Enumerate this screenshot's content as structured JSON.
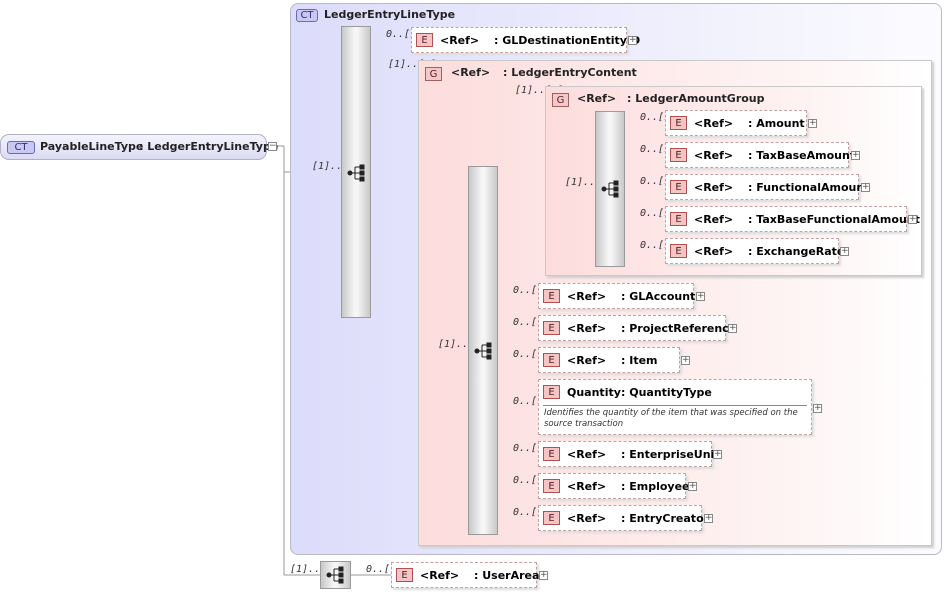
{
  "root": {
    "badge": "CT",
    "name": "PayableLineType",
    "type": ": LedgerEntryLineType"
  },
  "ledger_entry_line_type": {
    "badge": "CT",
    "title": "LedgerEntryLineType"
  },
  "ledger_entry_content": {
    "badge": "G",
    "ref": "<Ref>",
    "name": ": LedgerEntryContent",
    "card": "[1]..[1]"
  },
  "ledger_amount_group": {
    "badge": "G",
    "ref": "<Ref>",
    "name": ": LedgerAmountGroup",
    "card": "[1]..[1]"
  },
  "sequences": {
    "root_seq_card": "[1]..[1]",
    "content_seq_card": "[1]..[1]",
    "amount_seq_card": "[1]..[1]",
    "bottom_seq_card": "[1]..[1]"
  },
  "elements": {
    "gl_destination_entity_id": {
      "badge": "E",
      "ref": "<Ref>",
      "name": ": GLDestinationEntityID",
      "card": "0..[1]"
    },
    "amount": {
      "badge": "E",
      "ref": "<Ref>",
      "name": ": Amount",
      "card": "0..[1]"
    },
    "tax_base_amount": {
      "badge": "E",
      "ref": "<Ref>",
      "name": ": TaxBaseAmount",
      "card": "0..[1]"
    },
    "functional_amount": {
      "badge": "E",
      "ref": "<Ref>",
      "name": ": FunctionalAmount",
      "card": "0..[1]"
    },
    "tax_base_functional_amount": {
      "badge": "E",
      "ref": "<Ref>",
      "name": ": TaxBaseFunctionalAmount",
      "card": "0..[1]"
    },
    "exchange_rate": {
      "badge": "E",
      "ref": "<Ref>",
      "name": ": ExchangeRate",
      "card": "0..[1]"
    },
    "gl_account": {
      "badge": "E",
      "ref": "<Ref>",
      "name": ": GLAccount",
      "card": "0..[1]"
    },
    "project_reference": {
      "badge": "E",
      "ref": "<Ref>",
      "name": ": ProjectReference",
      "card": "0..[1]"
    },
    "item": {
      "badge": "E",
      "ref": "<Ref>",
      "name": ": Item",
      "card": "0..[1]"
    },
    "quantity": {
      "badge": "E",
      "ref": "Quantity",
      "name": ": QuantityType",
      "card": "0..[1]",
      "doc": "Identifies the quantity of the item that was specified on the source transaction"
    },
    "enterprise_unit": {
      "badge": "E",
      "ref": "<Ref>",
      "name": ": EnterpriseUnit",
      "card": "0..[1]"
    },
    "employee": {
      "badge": "E",
      "ref": "<Ref>",
      "name": ": Employee",
      "card": "0..[1]"
    },
    "entry_creator": {
      "badge": "E",
      "ref": "<Ref>",
      "name": ": EntryCreator",
      "card": "0..[1]"
    },
    "user_area": {
      "badge": "E",
      "ref": "<Ref>",
      "name": ": UserArea",
      "card": "0..[1]"
    }
  },
  "icons": {
    "expand": "plus-icon",
    "collapse": "minus-icon",
    "sequence": "sequence-icon"
  }
}
